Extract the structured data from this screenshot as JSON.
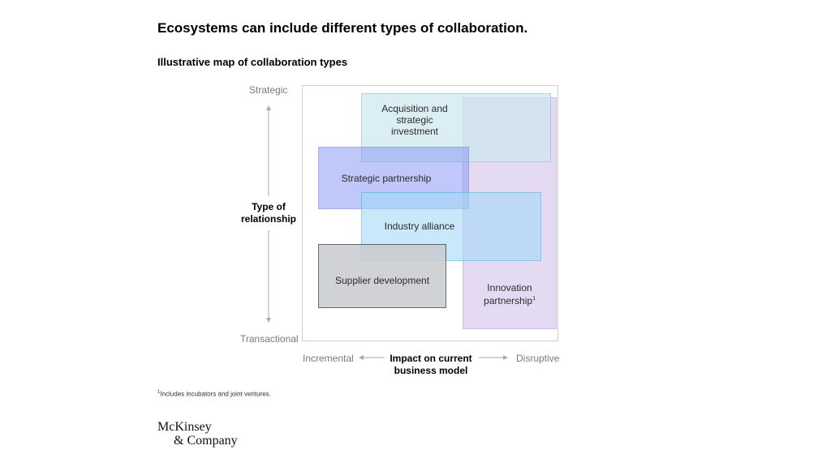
{
  "header": {
    "title": "Ecosystems can include different types of collaboration.",
    "subtitle": "Illustrative map of collaboration types"
  },
  "axes": {
    "y_top": "Strategic",
    "y_bottom": "Transactional",
    "y_title_line1": "Type of",
    "y_title_line2": "relationship",
    "x_left": "Incremental",
    "x_right": "Disruptive",
    "x_title_line1": "Impact on current",
    "x_title_line2": "business model"
  },
  "boxes": {
    "innovation": {
      "line1": "Innovation",
      "line2": "partnership",
      "note_marker": "1",
      "color": "#dcd0f0"
    },
    "acquisition": {
      "line1": "Acquisition and",
      "line2": "strategic",
      "line3": "investment",
      "color": "#cde7ef"
    },
    "strategic_partnership": {
      "label": "Strategic partnership",
      "color": "#8c9cf5"
    },
    "industry_alliance": {
      "label": "Industry alliance",
      "color": "#a6d9f7"
    },
    "supplier_development": {
      "label": "Supplier development",
      "color": "#c9cbcf"
    }
  },
  "footnote": {
    "marker": "1",
    "text": "Includes incubators and joint ventures."
  },
  "logo": {
    "line1": "McKinsey",
    "line2": "& Company"
  }
}
